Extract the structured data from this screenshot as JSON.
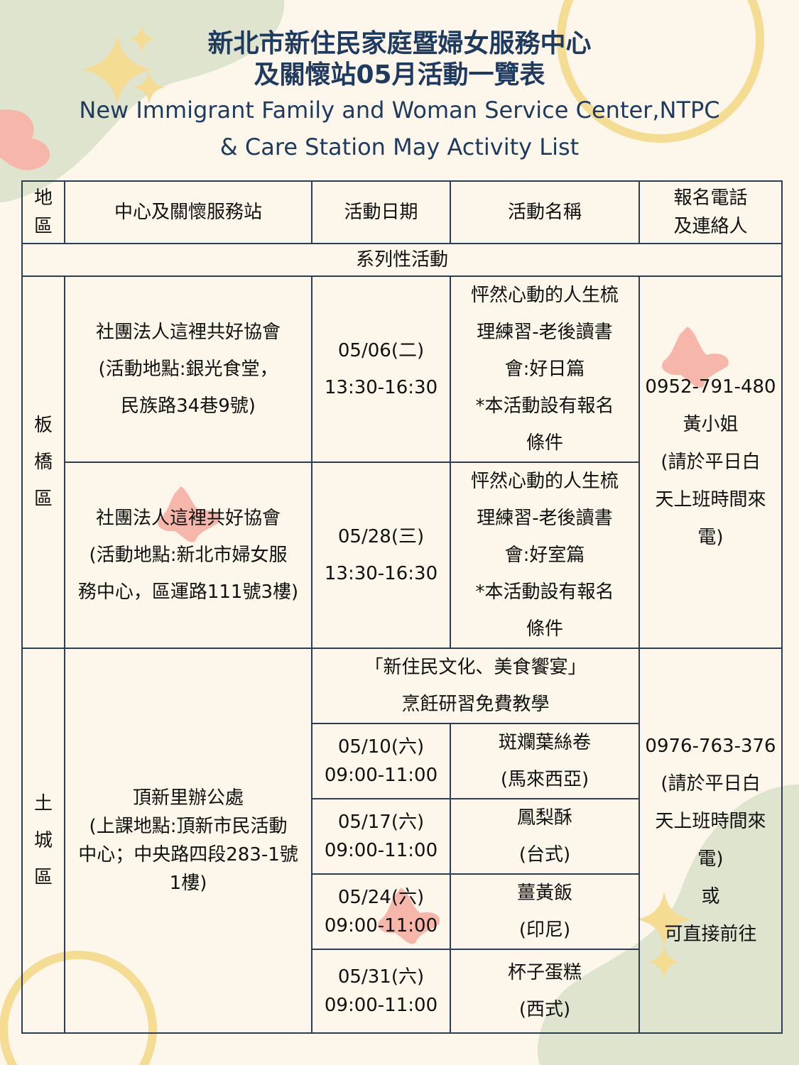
{
  "header": {
    "title_zh_line1": "新北市新住民家庭暨婦女服務中心",
    "title_zh_line2": "及關懷站05月活動一覽表",
    "title_en_line1": "New Immigrant Family and Woman Service Center,NTPC",
    "title_en_line2": "& Care Station May Activity List"
  },
  "table": {
    "columns": {
      "region": [
        "地",
        "區"
      ],
      "station": "中心及關懷服務站",
      "date": "活動日期",
      "name": "活動名稱",
      "contact": [
        "報名電話",
        "及連絡人"
      ]
    },
    "series_label": "系列性活動",
    "banqiao": {
      "region": [
        "板",
        "橋",
        "區"
      ],
      "rows": [
        {
          "station": [
            "社團法人這裡共好協會",
            "(活動地點:銀光食堂，",
            "民族路34巷9號)"
          ],
          "date": "05/06(二)",
          "time": "13:30-16:30",
          "name": [
            "怦然心動的人生梳",
            "理練習-老後讀書",
            "會:好日篇",
            "*本活動設有報名",
            "條件"
          ]
        },
        {
          "station": [
            "社團法人這裡共好協會",
            "(活動地點:新北市婦女服",
            "務中心，區運路111號3樓)"
          ],
          "date": "05/28(三)",
          "time": "13:30-16:30",
          "name": [
            "怦然心動的人生梳",
            "理練習-老後讀書",
            "會:好室篇",
            "*本活動設有報名",
            "條件"
          ]
        }
      ],
      "contact": [
        "0952-791-480",
        "黃小姐",
        "(請於平日白",
        "天上班時間來",
        "電)"
      ]
    },
    "tucheng": {
      "region": [
        "土",
        "城",
        "區"
      ],
      "station": [
        "頂新里辦公處",
        "(上課地點:頂新市民活動",
        "中心；中央路四段283-1號",
        "1樓)"
      ],
      "course_title": [
        "「新住民文化、美食饗宴」",
        "烹飪研習免費教學"
      ],
      "sessions": [
        {
          "date": "05/10(六)",
          "time": "09:00-11:00",
          "dish": "斑斕葉絲卷",
          "origin": "(馬來西亞)"
        },
        {
          "date": "05/17(六)",
          "time": "09:00-11:00",
          "dish": "鳳梨酥",
          "origin": "(台式)"
        },
        {
          "date": "05/24(六)",
          "time": "09:00-11:00",
          "dish": "薑黃飯",
          "origin": "(印尼)"
        },
        {
          "date": "05/31(六)",
          "time": "09:00-11:00",
          "dish": "杯子蛋糕",
          "origin": "(西式)"
        }
      ],
      "contact": [
        "0976-763-376",
        "(請於平日白",
        "天上班時間來",
        "電)",
        "或",
        "可直接前往"
      ]
    }
  },
  "colors": {
    "background": "#fdf6ea",
    "title": "#1e3a5f",
    "border": "#2c3e55",
    "sage": "#dfe4cf",
    "sparkle": "#f5dc93",
    "coral": "#f6b7aa"
  }
}
